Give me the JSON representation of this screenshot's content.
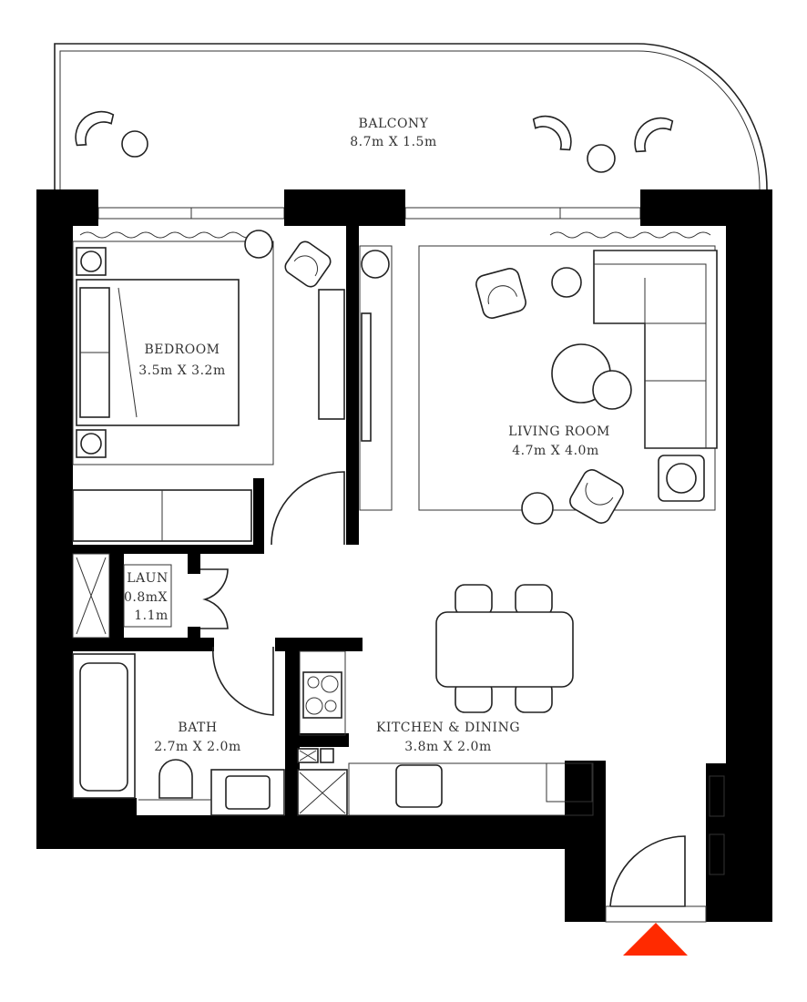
{
  "rooms": {
    "balcony": {
      "name": "BALCONY",
      "size": "8.7m X 1.5m"
    },
    "bedroom": {
      "name": "BEDROOM",
      "size": "3.5m X 3.2m"
    },
    "living": {
      "name": "LIVING ROOM",
      "size": "4.7m X 4.0m"
    },
    "laundry": {
      "name": "LAUN",
      "size_line1": "0.8mX",
      "size_line2": "1.1m"
    },
    "bath": {
      "name": "BATH",
      "size": "2.7m X 2.0m"
    },
    "kitchen": {
      "name": "KITCHEN & DINING",
      "size": "3.8m X 2.0m"
    }
  },
  "colors": {
    "wall": "#000000",
    "entrance_marker": "#ff2a00"
  },
  "icons": {
    "entrance": "red-triangle-entrance-marker"
  }
}
